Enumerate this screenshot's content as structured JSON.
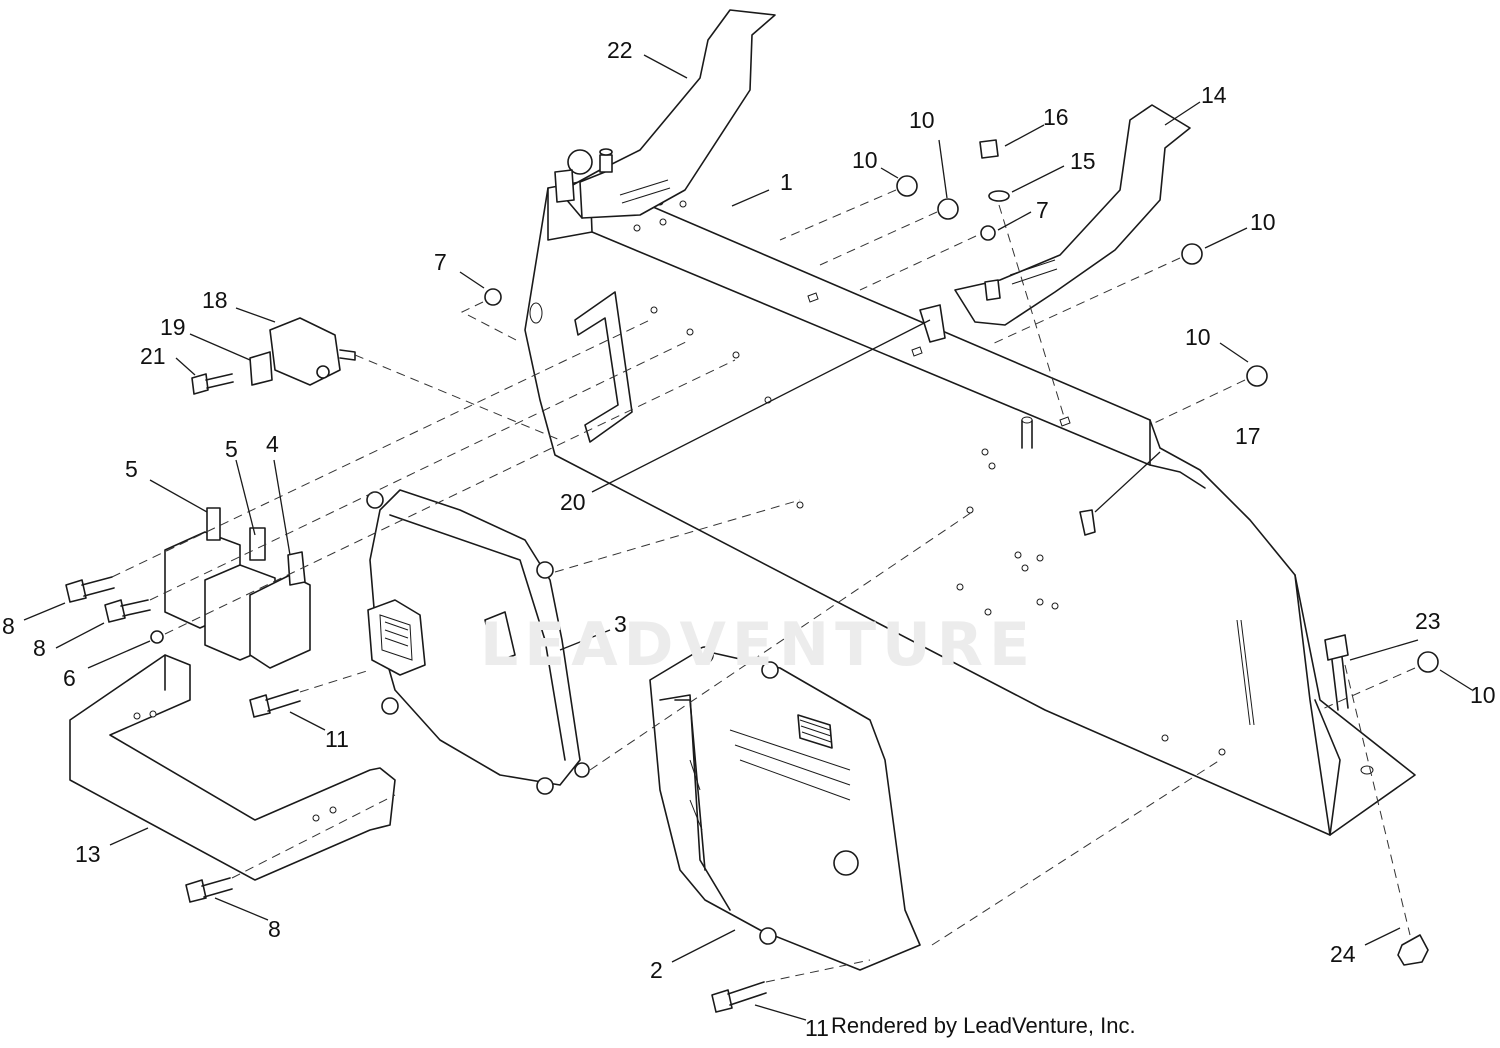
{
  "diagram": {
    "callouts": [
      {
        "id": "c1",
        "text": "1"
      },
      {
        "id": "c2",
        "text": "2"
      },
      {
        "id": "c3",
        "text": "3"
      },
      {
        "id": "c4",
        "text": "4"
      },
      {
        "id": "c5a",
        "text": "5"
      },
      {
        "id": "c5b",
        "text": "5"
      },
      {
        "id": "c6",
        "text": "6"
      },
      {
        "id": "c7a",
        "text": "7"
      },
      {
        "id": "c7b",
        "text": "7"
      },
      {
        "id": "c8a",
        "text": "8"
      },
      {
        "id": "c8b",
        "text": "8"
      },
      {
        "id": "c8c",
        "text": "8"
      },
      {
        "id": "c10a",
        "text": "10"
      },
      {
        "id": "c10b",
        "text": "10"
      },
      {
        "id": "c10c",
        "text": "10"
      },
      {
        "id": "c10d",
        "text": "10"
      },
      {
        "id": "c10e",
        "text": "10"
      },
      {
        "id": "c11a",
        "text": "11"
      },
      {
        "id": "c11b",
        "text": "11"
      },
      {
        "id": "c13",
        "text": "13"
      },
      {
        "id": "c14",
        "text": "14"
      },
      {
        "id": "c15",
        "text": "15"
      },
      {
        "id": "c16",
        "text": "16"
      },
      {
        "id": "c17",
        "text": "17"
      },
      {
        "id": "c18",
        "text": "18"
      },
      {
        "id": "c19",
        "text": "19"
      },
      {
        "id": "c20",
        "text": "20"
      },
      {
        "id": "c21",
        "text": "21"
      },
      {
        "id": "c22",
        "text": "22"
      },
      {
        "id": "c23",
        "text": "23"
      },
      {
        "id": "c24",
        "text": "24"
      }
    ],
    "watermark": "LEADVENTURE",
    "credit": "Rendered by LeadVenture, Inc."
  }
}
